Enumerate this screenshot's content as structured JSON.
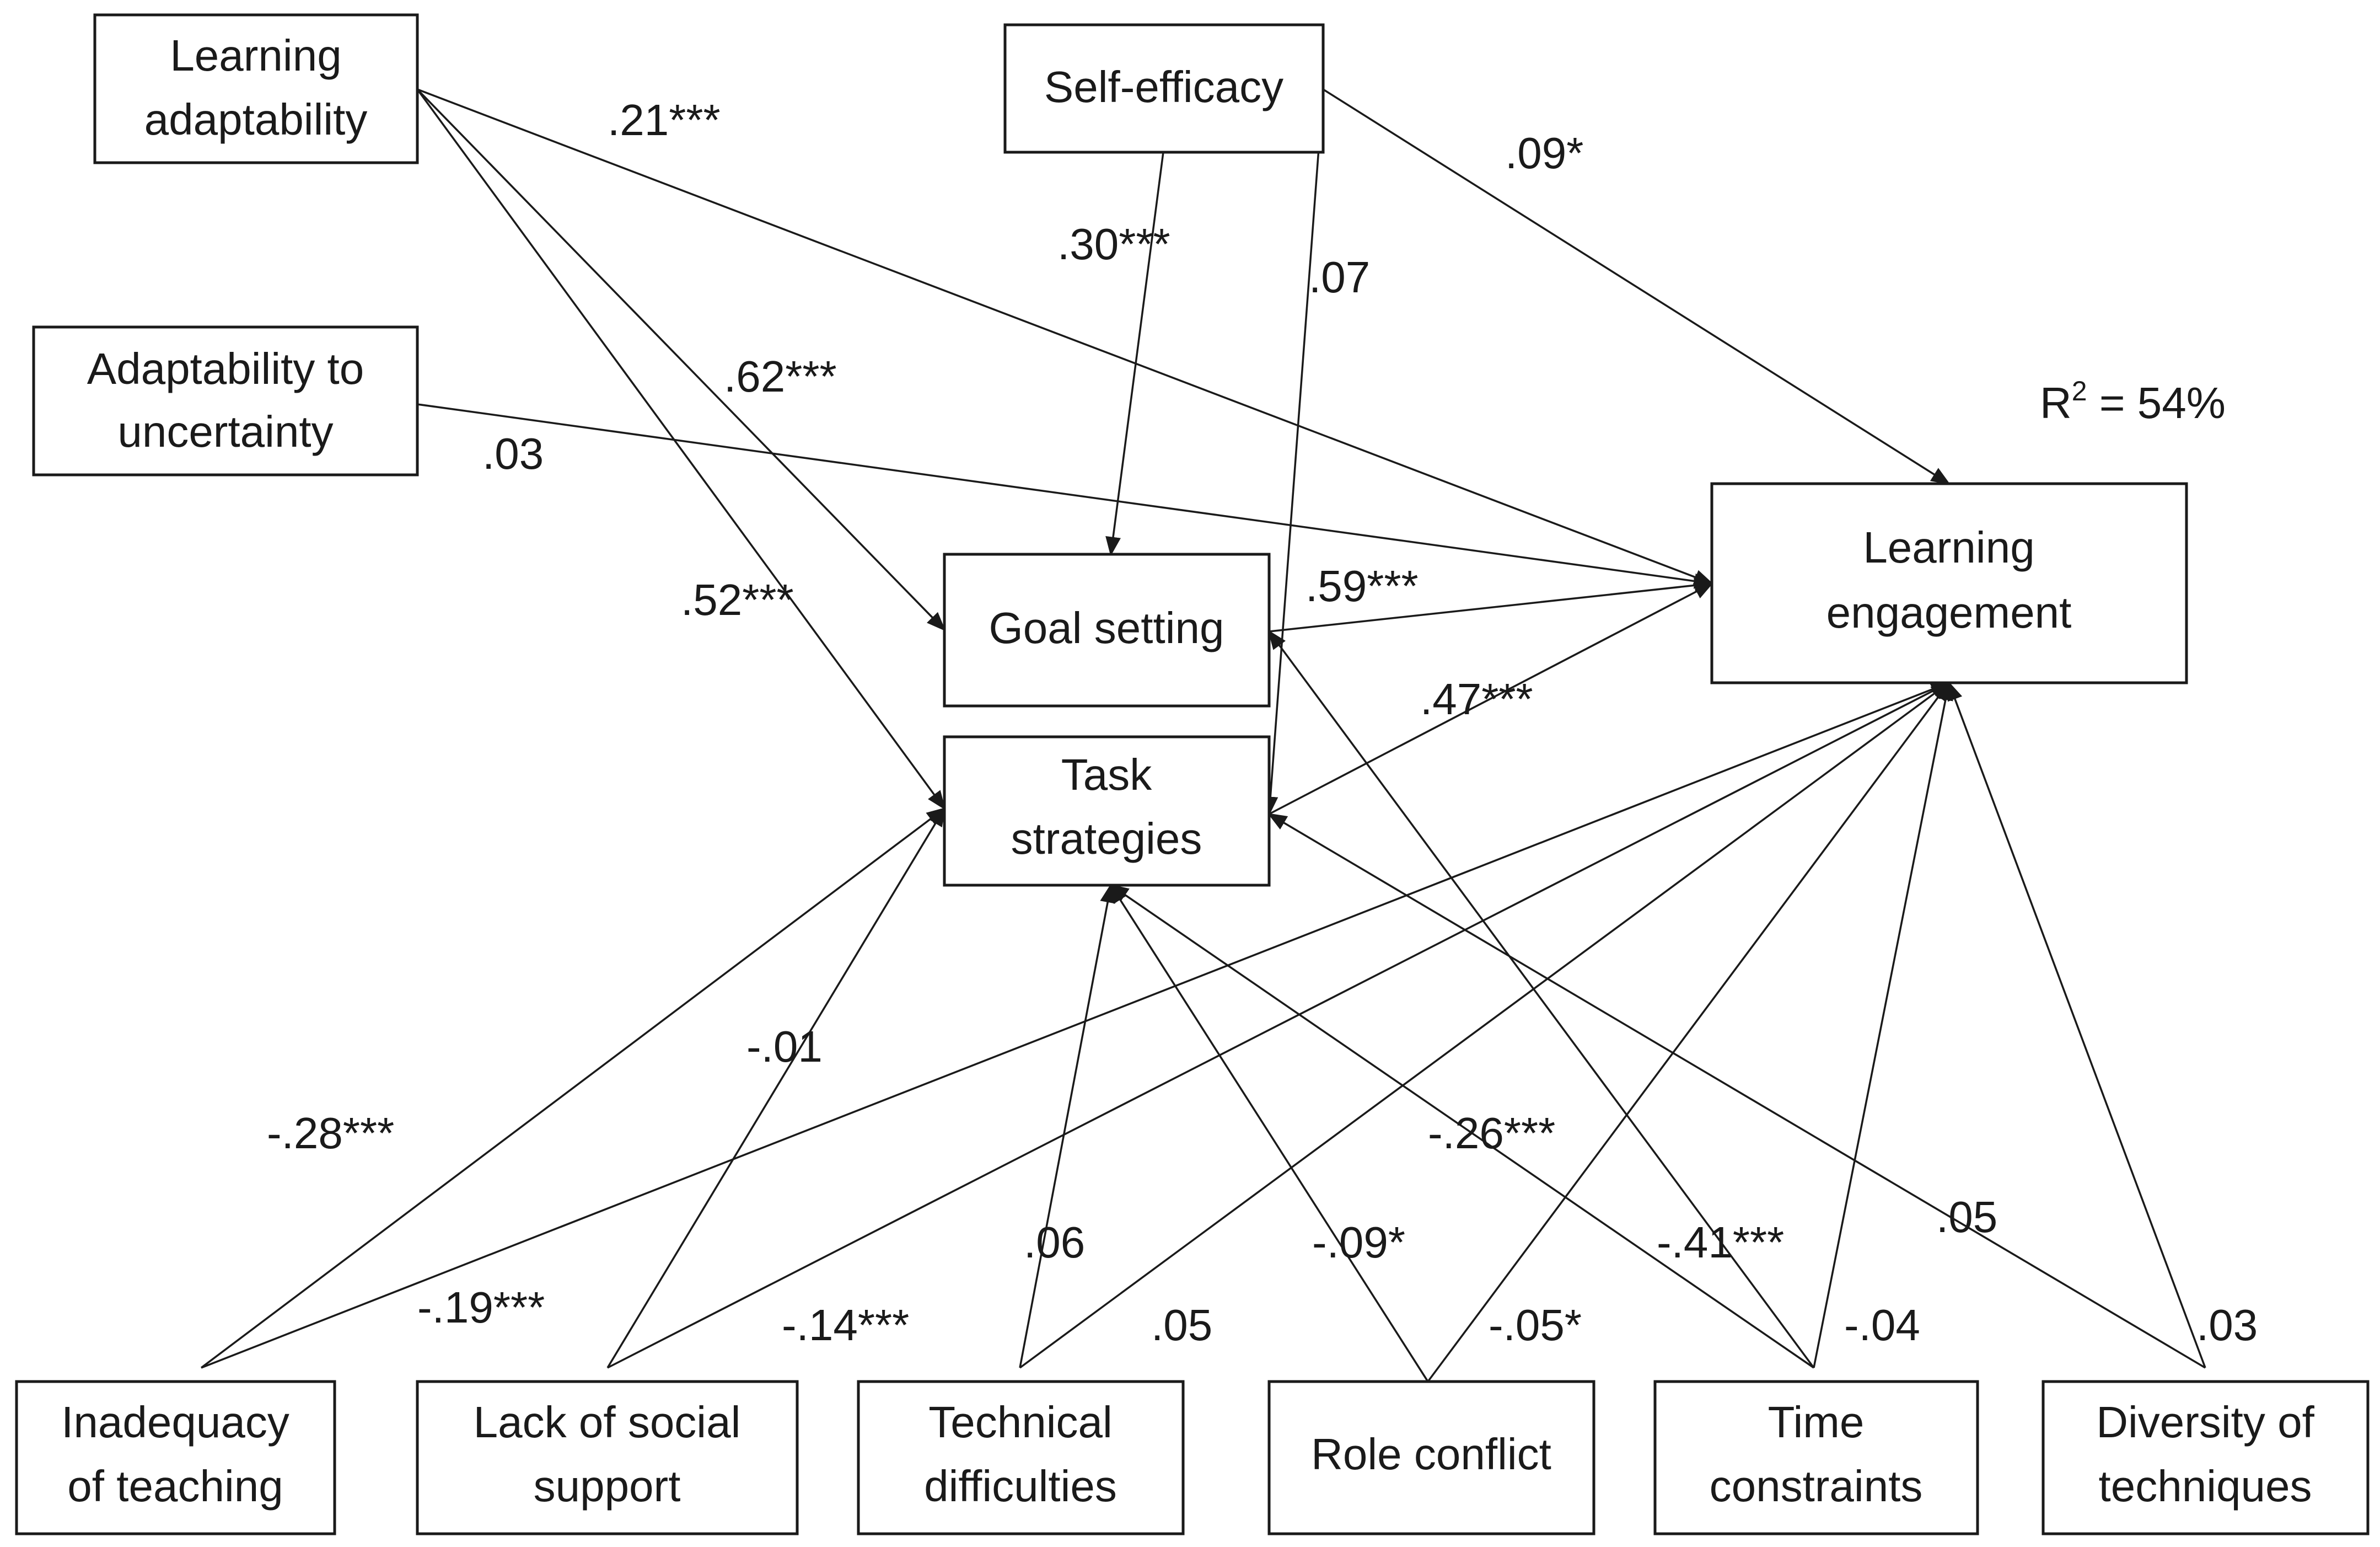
{
  "nodes": {
    "learning_adaptability": [
      "Learning",
      "adaptability"
    ],
    "self_efficacy": [
      "Self-efficacy"
    ],
    "adaptability_uncertainty": [
      "Adaptability to",
      "uncertainty"
    ],
    "goal_setting": [
      "Goal setting"
    ],
    "task_strategies": [
      "Task",
      "strategies"
    ],
    "learning_engagement": [
      "Learning",
      "engagement"
    ],
    "inadequacy_teaching": [
      "Inadequacy",
      "of teaching"
    ],
    "lack_social_support": [
      "Lack of social",
      "support"
    ],
    "technical_difficulties": [
      "Technical",
      "difficulties"
    ],
    "role_conflict": [
      "Role conflict"
    ],
    "time_constraints": [
      "Time",
      "constraints"
    ],
    "diversity_techniques": [
      "Diversity of",
      "techniques"
    ]
  },
  "r_squared": {
    "prefix": "R",
    "sup": "2",
    "suffix": " = 54%"
  },
  "paths": [
    {
      "from": "learning_adaptability",
      "to": "learning_engagement",
      "coef": ".21***"
    },
    {
      "from": "learning_adaptability",
      "to": "goal_setting",
      "coef": ".62***"
    },
    {
      "from": "learning_adaptability",
      "to": "task_strategies",
      "coef": ".52***"
    },
    {
      "from": "adaptability_uncertainty",
      "to": "learning_engagement",
      "coef": ".03"
    },
    {
      "from": "self_efficacy",
      "to": "goal_setting",
      "coef": ".30***"
    },
    {
      "from": "self_efficacy",
      "to": "task_strategies",
      "coef": ".07"
    },
    {
      "from": "self_efficacy",
      "to": "learning_engagement",
      "coef": ".09*"
    },
    {
      "from": "goal_setting",
      "to": "learning_engagement",
      "coef": ".59***"
    },
    {
      "from": "task_strategies",
      "to": "learning_engagement",
      "coef": ".47***"
    },
    {
      "from": "inadequacy_teaching",
      "to": "task_strategies",
      "coef": "-.28***"
    },
    {
      "from": "inadequacy_teaching",
      "to": "learning_engagement",
      "coef": "-.19***"
    },
    {
      "from": "lack_social_support",
      "to": "task_strategies",
      "coef": "-.01"
    },
    {
      "from": "lack_social_support",
      "to": "learning_engagement",
      "coef": "-.14***"
    },
    {
      "from": "technical_difficulties",
      "to": "task_strategies",
      "coef": ".06"
    },
    {
      "from": "technical_difficulties",
      "to": "learning_engagement",
      "coef": ".05"
    },
    {
      "from": "role_conflict",
      "to": "task_strategies",
      "coef": "-.09*"
    },
    {
      "from": "role_conflict",
      "to": "learning_engagement",
      "coef": "-.05*"
    },
    {
      "from": "time_constraints",
      "to": "task_strategies",
      "coef": "-.26***"
    },
    {
      "from": "time_constraints",
      "to": "goal_setting",
      "coef": "-.41***"
    },
    {
      "from": "time_constraints",
      "to": "learning_engagement",
      "coef": "-.04"
    },
    {
      "from": "diversity_techniques",
      "to": "task_strategies",
      "coef": ".05"
    },
    {
      "from": "diversity_techniques",
      "to": "learning_engagement",
      "coef": ".03"
    }
  ]
}
